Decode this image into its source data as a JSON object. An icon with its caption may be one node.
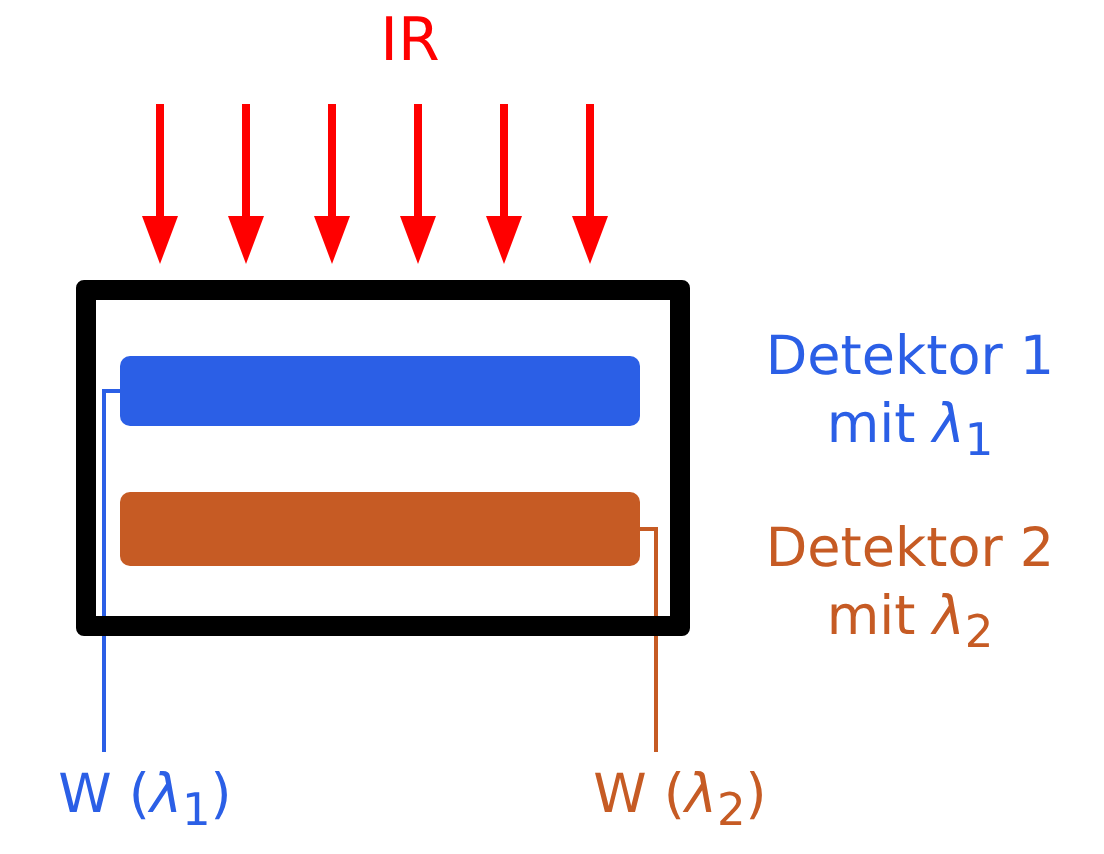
{
  "diagram": {
    "nodes": [
      {
        "text": [],
        "shape": "box"
      },
      {
        "text": [],
        "shape": "bar",
        "in": 0,
        "beside": [
          "Detektor 1 mit *λ*$_{1}$"
        ]
      },
      {
        "text": [],
        "shape": "bar",
        "in": 0,
        "beside": [
          "Detektor 2 mit *λ*$_{2}$"
        ]
      },
      {
        "text": [
          "W (*λ*$_{1}$)"
        ]
      },
      {
        "text": [
          "W (*λ*$_{2}$)"
        ]
      }
    ],
    "edges": [
      {
        "from": 3,
        "to": 1,
        "arrow": "none",
        "color": "#2b5fe6"
      },
      {
        "from": 4,
        "to": 2,
        "arrow": "none",
        "color": "#c65b24"
      }
    ],
    "labels": [
      "IR"
    ]
  }
}
